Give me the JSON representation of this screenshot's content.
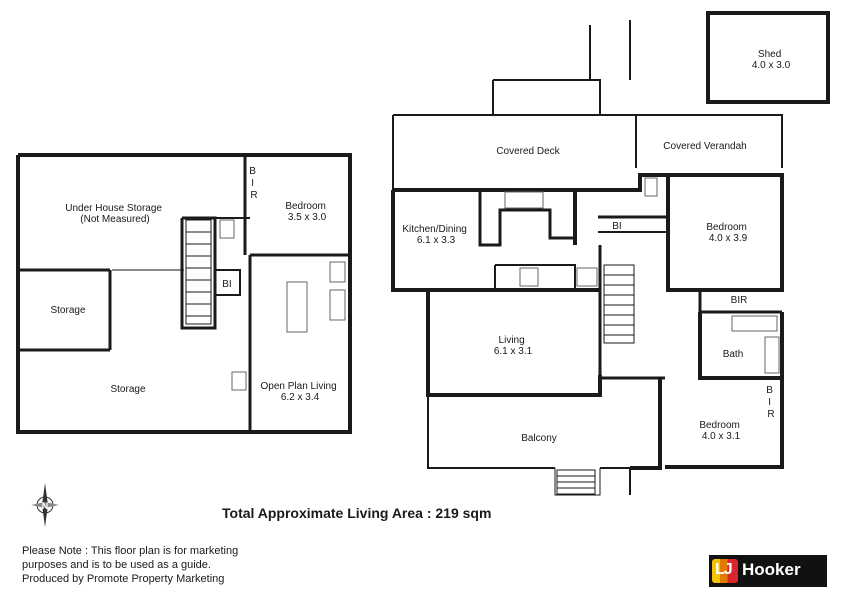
{
  "rooms": {
    "under_house_storage": [
      "Under House Storage",
      "(Not Measured)"
    ],
    "bir_lower": [
      "B",
      "I",
      "R"
    ],
    "bedroom_lower": [
      "Bedroom",
      "3.5 x 3.0"
    ],
    "bi_lower": "BI",
    "storage_small": "Storage",
    "storage_large": "Storage",
    "open_plan_living": [
      "Open Plan Living",
      "6.2 x 3.4"
    ],
    "shed": [
      "Shed",
      "4.0 x 3.0"
    ],
    "covered_deck": "Covered Deck",
    "covered_verandah": "Covered Verandah",
    "kitchen_dining": [
      "Kitchen/Dining",
      "6.1 x 3.3"
    ],
    "bi_upper": "BI",
    "bedroom_upper_1": [
      "Bedroom",
      "4.0 x 3.9"
    ],
    "bir_upper": "BIR",
    "bath": "Bath",
    "living": [
      "Living",
      "6.1 x 3.1"
    ],
    "bir_upper_2": [
      "B",
      "I",
      "R"
    ],
    "bedroom_upper_2": [
      "Bedroom",
      "4.0 x 3.1"
    ],
    "balcony": "Balcony"
  },
  "compass_letter": "N",
  "total_area": "Total Approximate Living Area : 219 sqm",
  "note_lines": [
    "Please Note : This floor plan is for marketing",
    "purposes and is to be used as a guide.",
    "Produced by Promote Property Marketing"
  ],
  "logo": {
    "mark": "LJ",
    "name": "Hooker"
  }
}
